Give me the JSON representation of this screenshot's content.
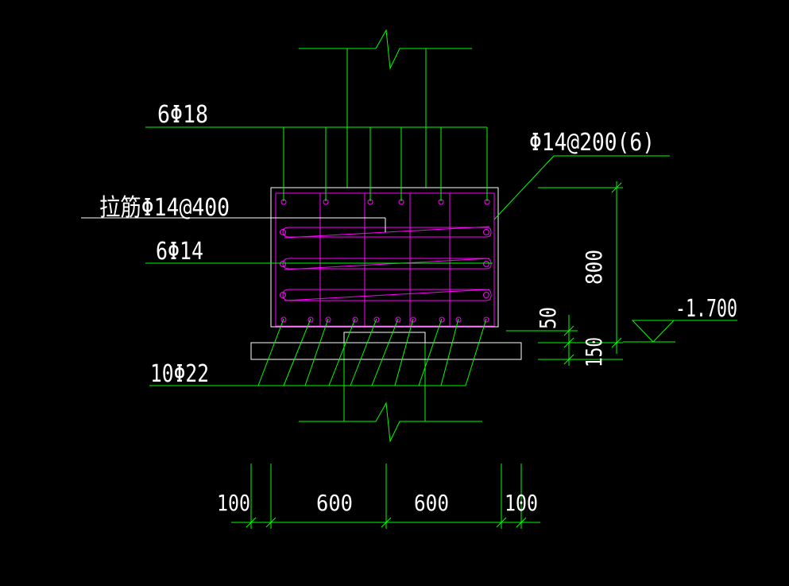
{
  "labels": {
    "top_bars": "6Φ18",
    "stirrups": "Φ14@200(6)",
    "tie_bars": "拉筋Φ14@400",
    "side_bars": "6Φ14",
    "bottom_bars": "10Φ22",
    "elevation": "-1.700"
  },
  "dimensions": {
    "height_total": "800",
    "cover_50": "50",
    "cushion_150": "150",
    "left_edge": "100",
    "left_span": "600",
    "right_span": "600",
    "right_edge": "100"
  },
  "colors": {
    "background": "#000000",
    "leader_lines": "#00ff00",
    "outline": "#ffffff",
    "rebar": "#ff00ff",
    "text": "#ffffff"
  }
}
